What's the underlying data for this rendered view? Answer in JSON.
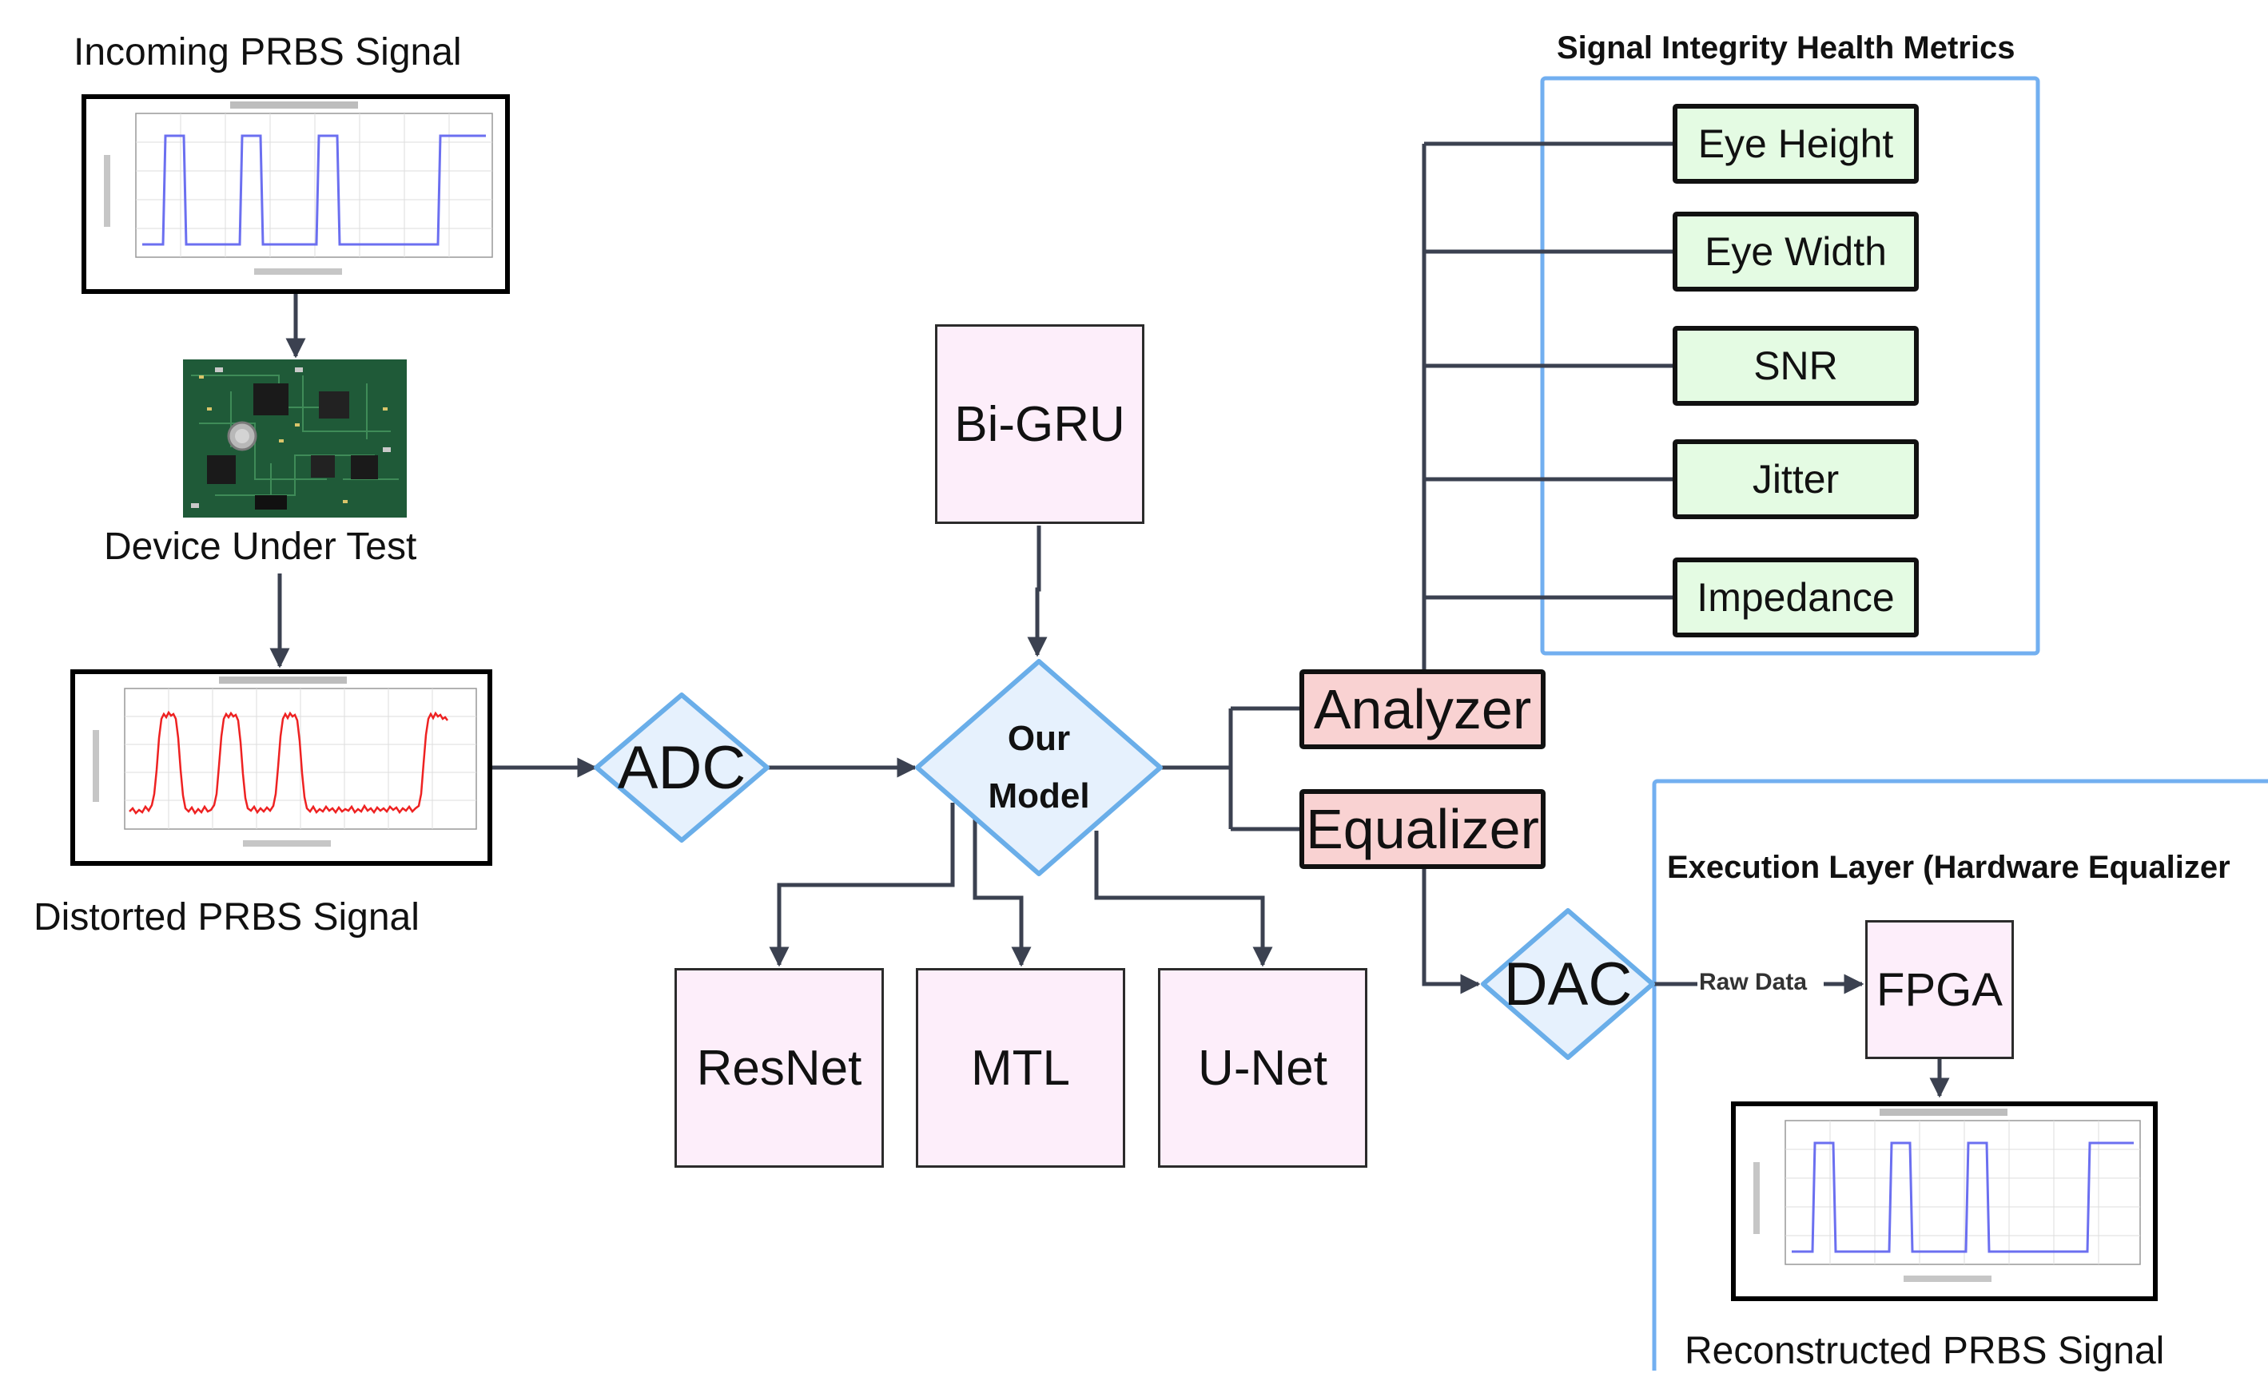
{
  "inputs": {
    "incoming_title": "Incoming PRBS Signal",
    "dut_label": "Device Under Test",
    "distorted_title": "Distorted PRBS Signal",
    "reconstructed_title": "Reconstructed PRBS Signal"
  },
  "converters": {
    "adc": "ADC",
    "dac": "DAC"
  },
  "model": {
    "label_line1": "Our",
    "label_line2": "Model",
    "bigru": "Bi-GRU",
    "submodels": [
      "ResNet",
      "MTL",
      "U-Net"
    ]
  },
  "outputs": {
    "analyzer": "Analyzer",
    "equalizer": "Equalizer"
  },
  "metrics": {
    "title": "Signal Integrity Health Metrics",
    "items": [
      "Eye Height",
      "Eye Width",
      "SNR",
      "Jitter",
      "Impedance"
    ]
  },
  "execution": {
    "title": "Execution Layer (Hardware Equalizer",
    "raw_data": "Raw Data",
    "fpga": "FPGA"
  },
  "colors": {
    "line": "#3b4150",
    "diamond_border": "#6aaee9",
    "diamond_fill": "#e6f1fd",
    "container_border": "#72aff0",
    "clean_signal": "#6b6ff0",
    "noisy_signal": "#ee2222"
  },
  "icons": {
    "pcb": "circuit-board-image"
  }
}
